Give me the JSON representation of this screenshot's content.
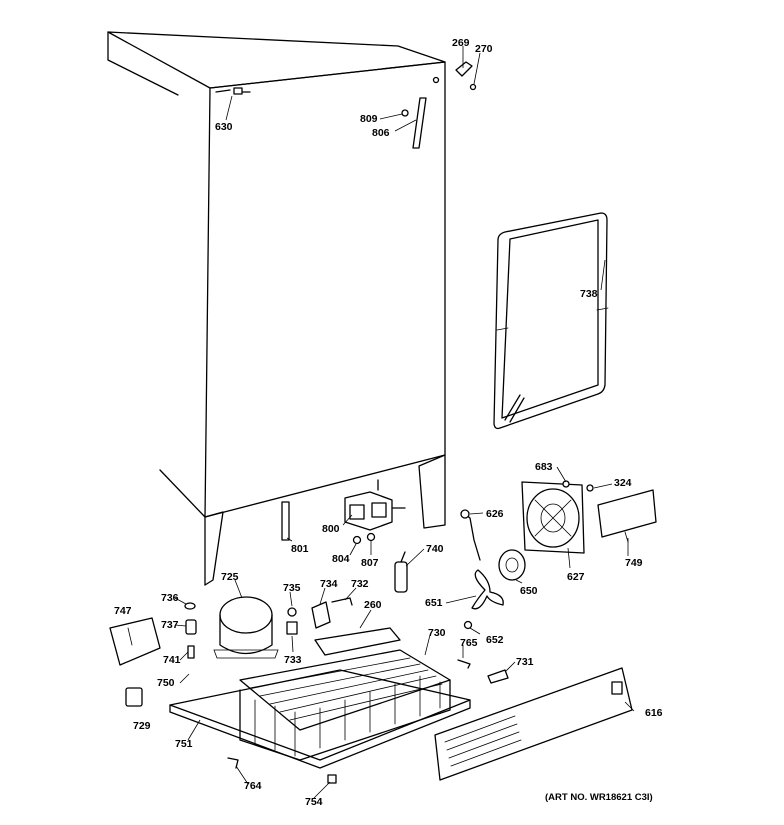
{
  "art_number": "(ART NO. WR18621 C3I)",
  "callouts": [
    {
      "id": "269",
      "label": "269"
    },
    {
      "id": "270",
      "label": "270"
    },
    {
      "id": "630",
      "label": "630"
    },
    {
      "id": "809",
      "label": "809"
    },
    {
      "id": "806",
      "label": "806"
    },
    {
      "id": "738",
      "label": "738"
    },
    {
      "id": "683",
      "label": "683"
    },
    {
      "id": "324",
      "label": "324"
    },
    {
      "id": "800",
      "label": "800"
    },
    {
      "id": "801",
      "label": "801"
    },
    {
      "id": "804",
      "label": "804"
    },
    {
      "id": "807",
      "label": "807"
    },
    {
      "id": "740",
      "label": "740"
    },
    {
      "id": "626",
      "label": "626"
    },
    {
      "id": "627",
      "label": "627"
    },
    {
      "id": "749",
      "label": "749"
    },
    {
      "id": "650",
      "label": "650"
    },
    {
      "id": "725",
      "label": "725"
    },
    {
      "id": "735",
      "label": "735"
    },
    {
      "id": "734",
      "label": "734"
    },
    {
      "id": "732",
      "label": "732"
    },
    {
      "id": "260",
      "label": "260"
    },
    {
      "id": "736",
      "label": "736"
    },
    {
      "id": "747",
      "label": "747"
    },
    {
      "id": "737",
      "label": "737"
    },
    {
      "id": "733",
      "label": "733"
    },
    {
      "id": "651",
      "label": "651"
    },
    {
      "id": "730",
      "label": "730"
    },
    {
      "id": "652",
      "label": "652"
    },
    {
      "id": "741",
      "label": "741"
    },
    {
      "id": "765",
      "label": "765"
    },
    {
      "id": "731",
      "label": "731"
    },
    {
      "id": "750",
      "label": "750"
    },
    {
      "id": "616",
      "label": "616"
    },
    {
      "id": "729",
      "label": "729"
    },
    {
      "id": "751",
      "label": "751"
    },
    {
      "id": "764",
      "label": "764"
    },
    {
      "id": "754",
      "label": "754"
    }
  ]
}
